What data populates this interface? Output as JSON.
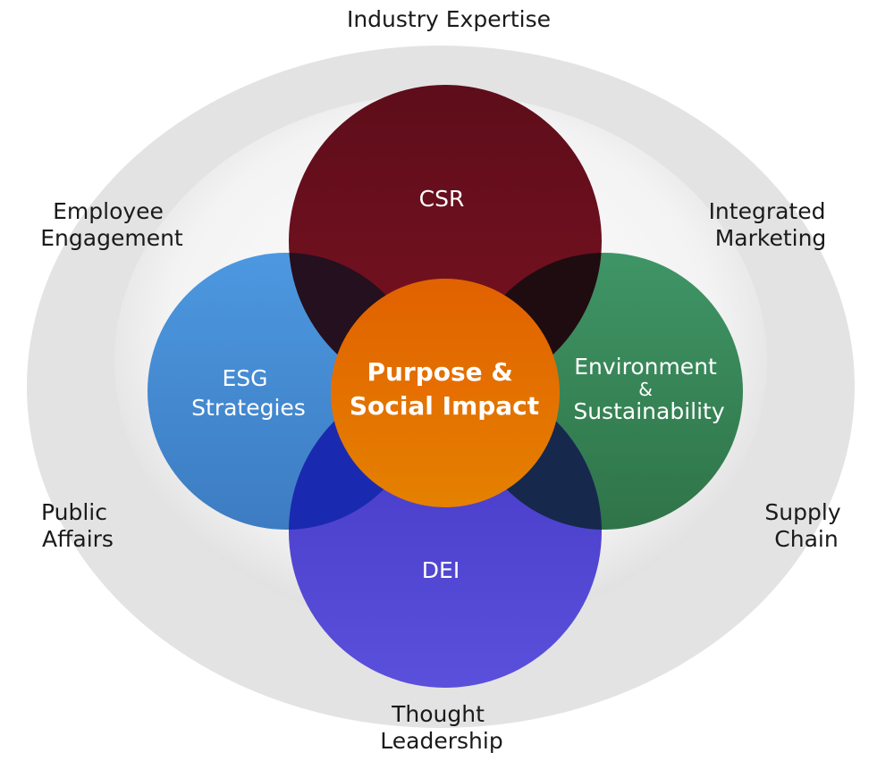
{
  "outer_ring": {
    "top": [
      "Industry Expertise"
    ],
    "top_left": [
      "Employee",
      "Engagement"
    ],
    "top_right": [
      "Integrated",
      "Marketing"
    ],
    "bottom_left": [
      "Public",
      "Affairs"
    ],
    "bottom_right": [
      "Supply",
      "Chain"
    ],
    "bottom": [
      "Thought",
      "Leadership"
    ]
  },
  "circles": {
    "top": {
      "label": "CSR",
      "color": "#6d0f1f"
    },
    "left": {
      "label_lines": [
        "ESG",
        "Strategies"
      ],
      "color": "#4a90d9"
    },
    "right": {
      "label_lines": [
        "Environment",
        "&",
        "Sustainability"
      ],
      "color": "#3a8a58"
    },
    "bottom": {
      "label": "DEI",
      "color": "#5048d0"
    }
  },
  "center": {
    "label_lines": [
      "Purpose &",
      "Social Impact"
    ],
    "color": "#e68a00"
  },
  "colors": {
    "outer_ring": "#e3e3e3",
    "inner_disc": "#f4f4f4",
    "left_right_overlap": "#e6c200",
    "top_left_overlap": "#24101e",
    "top_right_overlap": "#1f0c10",
    "bottom_left_overlap": "#1a2ab0",
    "bottom_right_overlap": "#16284c"
  }
}
